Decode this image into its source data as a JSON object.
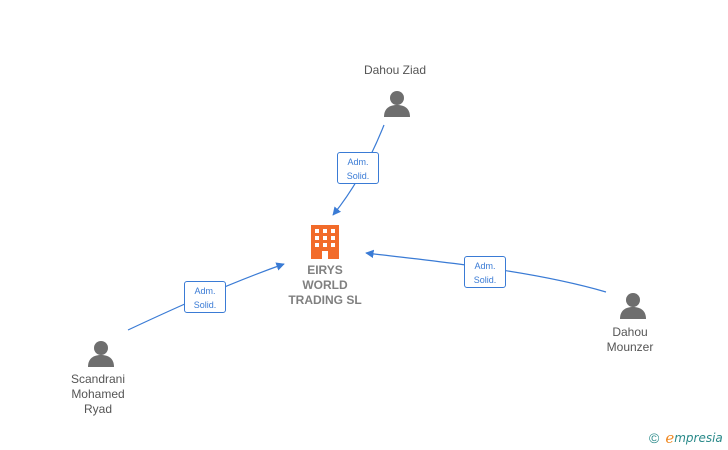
{
  "company": {
    "name": "EIRYS\nWORLD\nTRADING  SL",
    "icon": "building-icon",
    "color": "#f26b2a"
  },
  "people": [
    {
      "id": "dahou-ziad",
      "name": "Dahou Ziad"
    },
    {
      "id": "dahou-mounzer",
      "name": "Dahou\nMounzer"
    },
    {
      "id": "scandrani",
      "name": "Scandrani\nMohamed\nRyad"
    }
  ],
  "edges": [
    {
      "from": "dahou-ziad",
      "label": "Adm.\nSolid."
    },
    {
      "from": "dahou-mounzer",
      "label": "Adm.\nSolid."
    },
    {
      "from": "scandrani",
      "label": "Adm.\nSolid."
    }
  ],
  "colors": {
    "edge": "#3a7bd5",
    "person": "#6e6e6e"
  },
  "footer": {
    "copyright_symbol": "©",
    "brand_first": "e",
    "brand_rest": "mpresia"
  }
}
